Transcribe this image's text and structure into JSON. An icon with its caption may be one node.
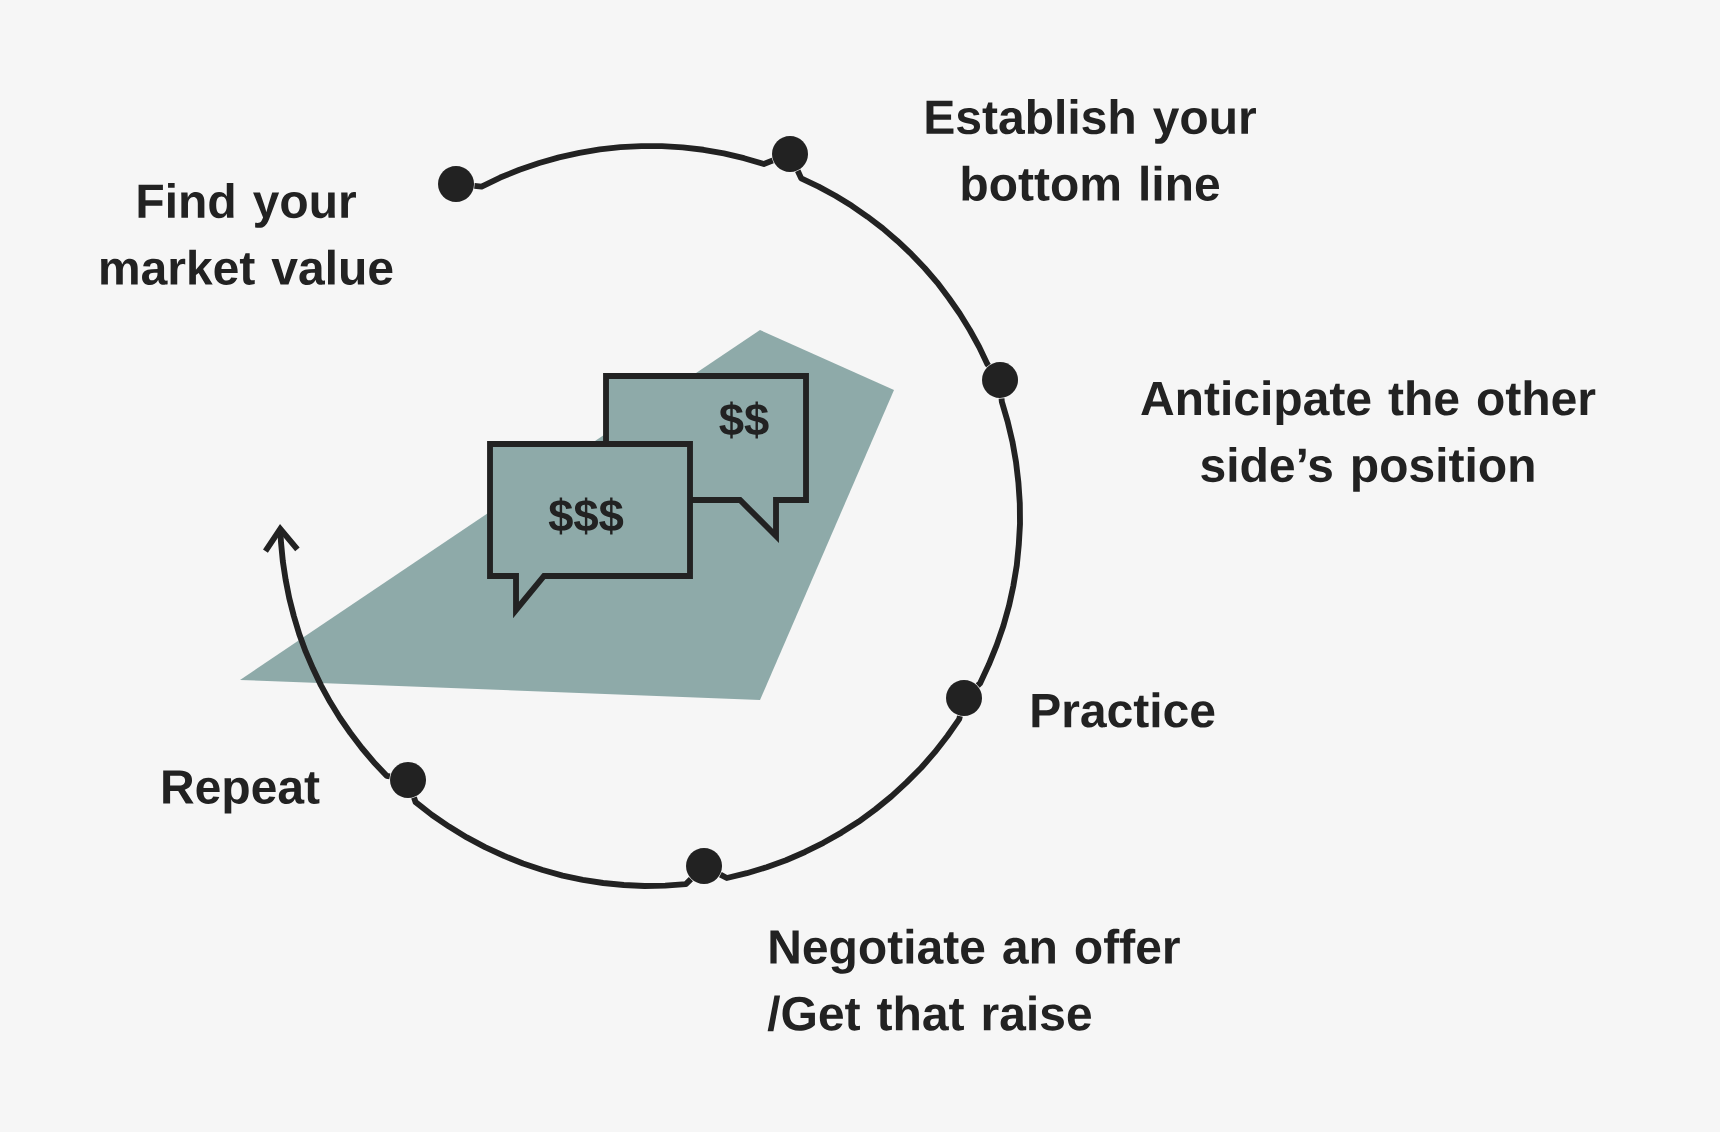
{
  "diagram": {
    "nodes": [
      {
        "text": [],
        "shape": "circle",
        "beside": [
          "Find your market value"
        ]
      },
      {
        "text": [],
        "shape": "circle",
        "beside": [
          "Establish your bottom line"
        ]
      },
      {
        "text": [],
        "shape": "circle",
        "beside": [
          "Anticipate the other side’s position"
        ]
      },
      {
        "text": [],
        "shape": "circle",
        "beside": [
          "Practice"
        ]
      },
      {
        "text": [],
        "shape": "circle",
        "beside": [
          "Negotiate an offer /Get that raise"
        ]
      },
      {
        "text": [],
        "shape": "circle",
        "beside": [
          "Repeat"
        ]
      }
    ],
    "edges": [
      {
        "from": 0,
        "to": 1,
        "arrow": "none"
      },
      {
        "from": 1,
        "to": 2,
        "arrow": "none"
      },
      {
        "from": 2,
        "to": 3,
        "arrow": "none"
      },
      {
        "from": 3,
        "to": 4,
        "arrow": "none"
      },
      {
        "from": 4,
        "to": 5,
        "arrow": "none"
      },
      {
        "from": 5,
        "to": null,
        "arrow": "to"
      }
    ],
    "labels": [
      "$$",
      "$$$"
    ]
  }
}
